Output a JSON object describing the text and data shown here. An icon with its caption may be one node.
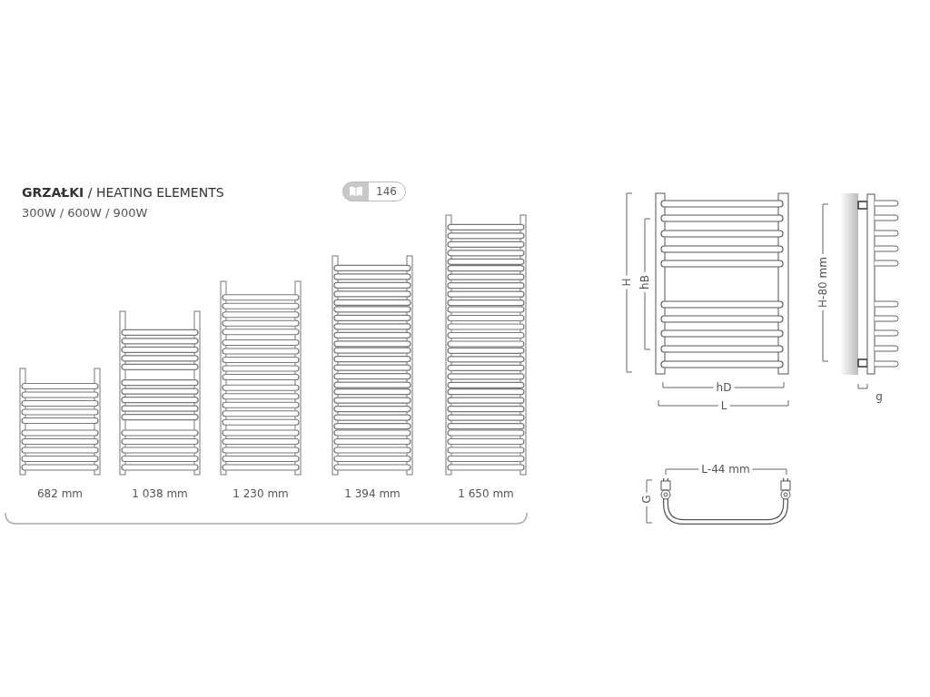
{
  "diagram": {
    "title": "**GRZAŁKI** / HEATING ELEMENTS",
    "labels": [
      "300W / 600W / 900W",
      "146",
      "682 mm",
      "1 038 mm",
      "1 230 mm",
      "1 394 mm",
      "1 650 mm",
      "H",
      "hB",
      "hD",
      "L",
      "H-80 mm",
      "g",
      "L-44 mm",
      "G"
    ]
  }
}
